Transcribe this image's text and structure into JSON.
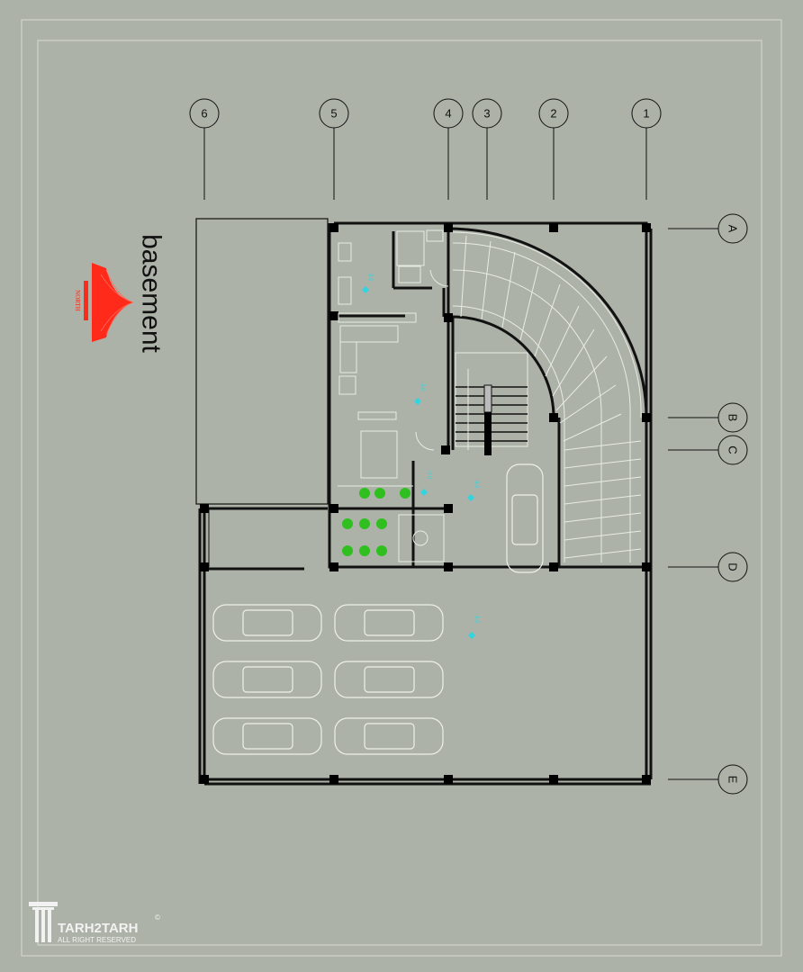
{
  "title": "basement",
  "north_label": "NORTH",
  "grid": {
    "columns": [
      "6",
      "5",
      "4",
      "3",
      "2",
      "1"
    ],
    "rows": [
      "A",
      "B",
      "C",
      "D",
      "E"
    ]
  },
  "levels": [
    "-3.0",
    "-3.0",
    "-3.0",
    "-3.0",
    "-3.0"
  ],
  "logo": {
    "brand": "TARH2TARH",
    "tagline": "ALL RIGHT RESERVED",
    "copyright": "©"
  },
  "colors": {
    "background": "#adb2a8",
    "north": "#ff2a1a",
    "level": "#2fd6e0",
    "plant": "#2fbf1f"
  }
}
